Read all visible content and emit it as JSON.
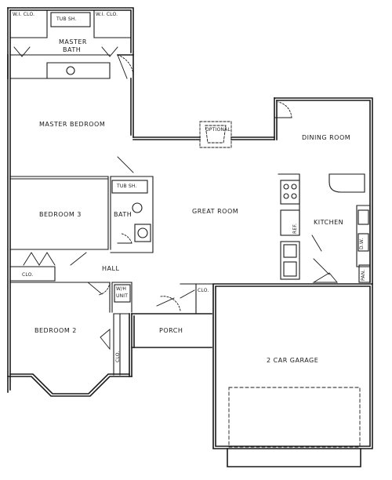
{
  "rooms": {
    "wi_clo_left": "W.I. CLO.",
    "tub_sh_top": "TUB SH.",
    "wi_clo_right": "W.I. CLO.",
    "master_bath_1": "MASTER",
    "master_bath_2": "BATH",
    "master_bedroom": "MASTER BEDROOM",
    "optional": "OPTIONAL",
    "dining_room": "DINING ROOM",
    "tub_sh_bath": "TUB SH.",
    "bath": "BATH",
    "bedroom3": "BEDROOM 3",
    "great_room": "GREAT ROOM",
    "kitchen": "KITCHEN",
    "ref": "REF.",
    "dw": "D.W.",
    "pan": "PAN.",
    "clo_bed3": "CLO.",
    "hall": "HALL",
    "wh_unit_1": "W/H",
    "wh_unit_2": "UNIT",
    "clo_entry": "CLO.",
    "bedroom2": "BEDROOM 2",
    "clo_bed2": "CLO.",
    "porch": "PORCH",
    "garage": "2 CAR GARAGE"
  }
}
